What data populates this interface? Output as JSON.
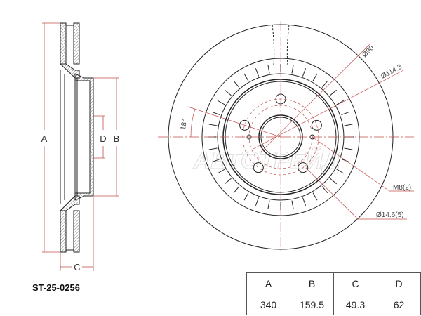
{
  "part_number": "ST-25-0256",
  "watermark": "АВТОТРЕЙД",
  "side_view": {
    "labels": {
      "a": "A",
      "b": "B",
      "c": "C",
      "d": "D"
    }
  },
  "front_view": {
    "angle_label": "18°",
    "callouts": {
      "center_bore": "Ø90",
      "bolt_circle": "Ø114.3",
      "threaded_holes": "M8(2)",
      "bolt_holes": "Ø14.6(5)"
    }
  },
  "dimension_table": {
    "headers": [
      "A",
      "B",
      "C",
      "D"
    ],
    "values": [
      "340",
      "159.5",
      "49.3",
      "62"
    ]
  },
  "colors": {
    "dimension": "#c0504d",
    "outline": "#222222"
  }
}
